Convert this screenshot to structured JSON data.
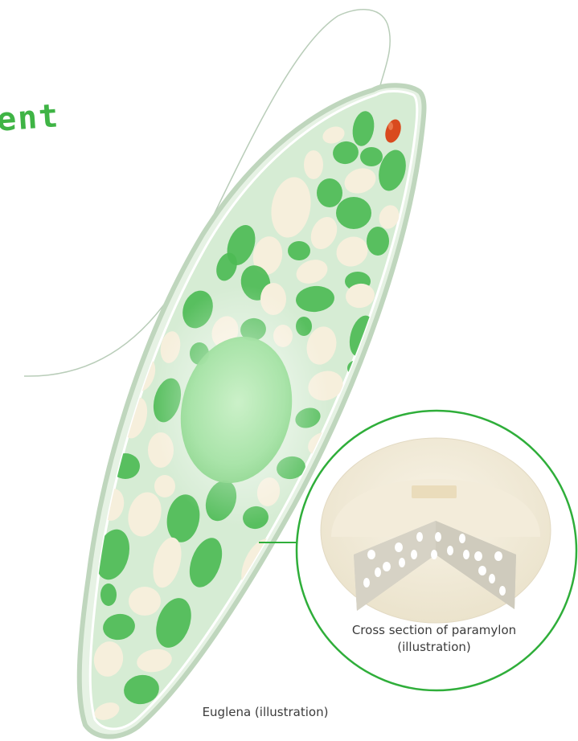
{
  "heading": "ent",
  "captions": {
    "paramylon_line1": "Cross section of paramylon",
    "paramylon_line2": "(illustration)",
    "euglena": "Euglena (illustration)"
  },
  "colors": {
    "chloroplast": "#4dbb55",
    "paramylon": "#f6efdc",
    "cell_body": "#d6ecd4",
    "nucleus": "#a6e3a6",
    "eyespot": "#d94a1e",
    "circle_outline": "#2fae3a",
    "heading": "#3fb445"
  }
}
